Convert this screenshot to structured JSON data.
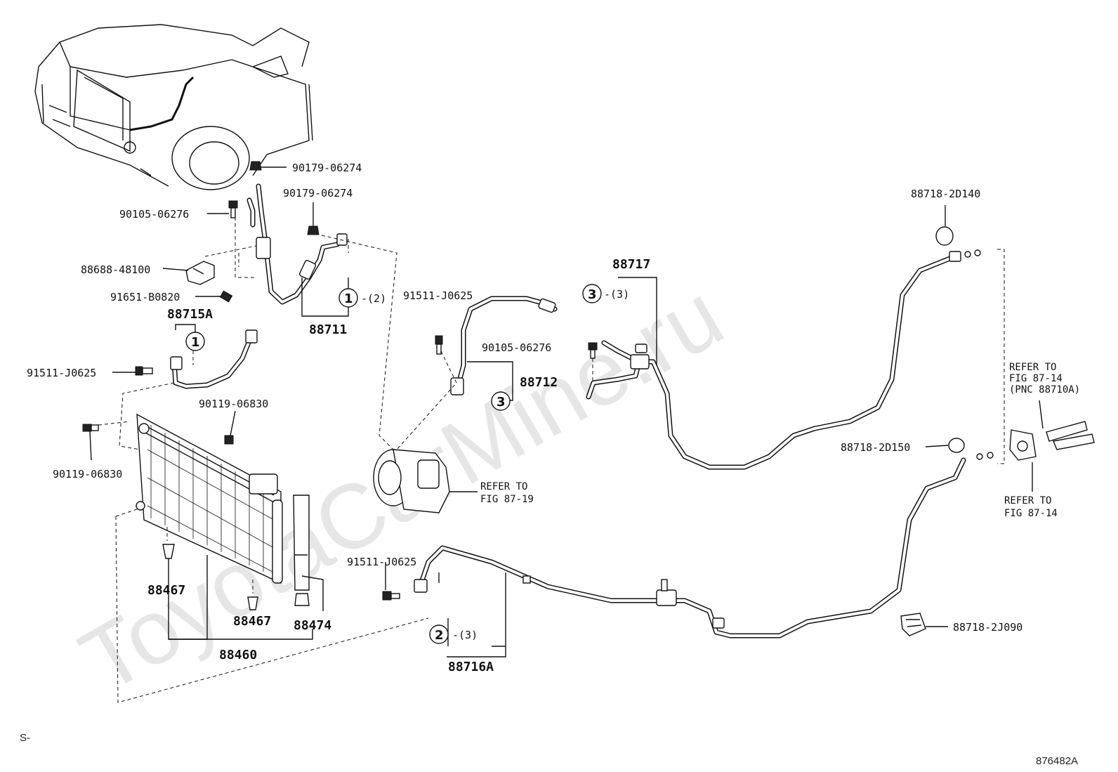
{
  "watermark": "ToyotaCarMine.ru",
  "footer": {
    "left": "S-",
    "right": "876482A"
  },
  "labels": {
    "p_90179_06274_a": "90179-06274",
    "p_90179_06274_b": "90179-06274",
    "p_90105_06276_a": "90105-06276",
    "p_88688_48100": "88688-48100",
    "p_91651_b0820": "91651-B0820",
    "p_88715a": "88715A",
    "p_91511_j0625_a": "91511-J0625",
    "p_88711": "88711",
    "p_90119_06830_a": "90119-06830",
    "p_90119_06830_b": "90119-06830",
    "p_88467_a": "88467",
    "p_88467_b": "88467",
    "p_88474": "88474",
    "p_88460": "88460",
    "p_91511_j0625_b": "91511-J0625",
    "p_90105_06276_b": "90105-06276",
    "p_88712": "88712",
    "p_88717": "88717",
    "p_88718_2d140": "88718-2D140",
    "p_88718_2d150": "88718-2D150",
    "p_91511_j0625_c": "91511-J0625",
    "p_88716a": "88716A",
    "p_88718_2j090": "88718-2J090"
  },
  "callouts": {
    "c1_top": {
      "num": "1",
      "qty": "-(2)"
    },
    "c1_left": {
      "num": "1"
    },
    "c3_top": {
      "num": "3",
      "qty": "-(3)"
    },
    "c3_mid": {
      "num": "3"
    },
    "c2_bottom": {
      "num": "2",
      "qty": "-(3)"
    }
  },
  "refer": {
    "compressor_1": "REFER TO",
    "compressor_2": "FIG 87-19",
    "right_top_1": "REFER TO",
    "right_top_2": "FIG 87-14",
    "right_top_3": "(PNC 88710A)",
    "right_bot_1": "REFER TO",
    "right_bot_2": "FIG 87-14"
  }
}
